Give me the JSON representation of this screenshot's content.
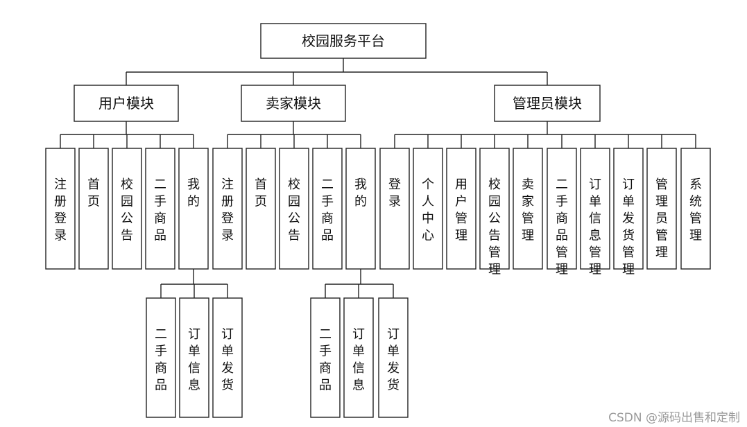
{
  "diagram": {
    "root": "校园服务平台",
    "modules": [
      {
        "label": "用户模块",
        "children": [
          {
            "label": "注册登录"
          },
          {
            "label": "首页"
          },
          {
            "label": "校园公告"
          },
          {
            "label": "二手商品"
          },
          {
            "label": "我的",
            "children": [
              {
                "label": "二手商品"
              },
              {
                "label": "订单信息"
              },
              {
                "label": "订单发货"
              }
            ]
          }
        ]
      },
      {
        "label": "卖家模块",
        "children": [
          {
            "label": "注册登录"
          },
          {
            "label": "首页"
          },
          {
            "label": "校园公告"
          },
          {
            "label": "二手商品"
          },
          {
            "label": "我的",
            "children": [
              {
                "label": "二手商品"
              },
              {
                "label": "订单信息"
              },
              {
                "label": "订单发货"
              }
            ]
          }
        ]
      },
      {
        "label": "管理员模块",
        "children": [
          {
            "label": "登录"
          },
          {
            "label": "个人中心"
          },
          {
            "label": "用户管理"
          },
          {
            "label": "校园公告管理"
          },
          {
            "label": "卖家管理"
          },
          {
            "label": "二手商品管理"
          },
          {
            "label": "订单信息管理"
          },
          {
            "label": "订单发货管理"
          },
          {
            "label": "管理员管理"
          },
          {
            "label": "系统管理"
          }
        ]
      }
    ]
  },
  "watermark": "CSDN @源码出售和定制"
}
